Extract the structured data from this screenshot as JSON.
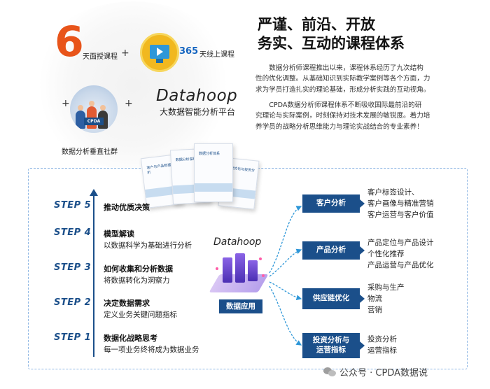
{
  "promo": {
    "days_number": "6",
    "days_text": "天面授课程",
    "plus": "+",
    "online_number": "365",
    "online_text": "天线上课程",
    "community_label": "数据分析垂直社群",
    "datahoop_logo": "Datahoop",
    "datahoop_sub": "大数据智能分析平台",
    "community_badge": "CPDA"
  },
  "intro": {
    "headline_line1": "严谨、前沿、开放",
    "headline_line2": "务实、互动的课程体系",
    "paragraph1_lines": [
      "数据分析师课程推出以来，课程体系经历了九次结构",
      "性的优化调整。从基础知识到实际教学案例等各个方面，力",
      "求为学员打造扎实的理论基础，形成分析实践的互动视角。"
    ],
    "paragraph2_lines": [
      "CPDA数据分析师课程体系不断吸收国际最前沿的研",
      "究理论与实际案例，时刻保持对技术发展的敏锐度。着力培",
      "养学员的战略分析思维能力与理论实战结合的专业素养！"
    ]
  },
  "books": [
    "客户与产品数据分析",
    "数据分析基础",
    "数据分析体系",
    "运营优化与投资分析"
  ],
  "steps": [
    {
      "label": "STEP 5",
      "title": "推动优质决策",
      "desc": ""
    },
    {
      "label": "STEP 4",
      "title": "模型解读",
      "desc": "以数据科学为基础进行分析"
    },
    {
      "label": "STEP 3",
      "title": "如何收集和分析数据",
      "desc": "将数据转化为洞察力"
    },
    {
      "label": "STEP 2",
      "title": "决定数据需求",
      "desc": "定义业务关键问题指标"
    },
    {
      "label": "STEP 1",
      "title": "数据化战略思考",
      "desc": "每一项业务终将成为数据业务"
    }
  ],
  "center": {
    "logo": "Datahoop",
    "app_label": "数据应用"
  },
  "modules": [
    {
      "name": "客户分析",
      "features": [
        "客户标签设计、",
        "客户画像与精准营销",
        "客户运营与客户价值"
      ]
    },
    {
      "name": "产品分析",
      "features": [
        "产品定位与产品设计",
        "个性化推荐",
        "产品运营与产品优化"
      ]
    },
    {
      "name": "供应链优化",
      "features": [
        "采购与生产",
        "物流",
        "营销"
      ]
    },
    {
      "name_lines": [
        "投资分析与",
        "运营指标"
      ],
      "features": [
        "投资分析",
        "运营指标"
      ]
    }
  ],
  "watermark": "公众号 · CPDA数据说",
  "colors": {
    "accent_orange": "#e8541a",
    "navy": "#1b4f8a",
    "light_blue": "#2e97d8",
    "gold": "#f1b81f"
  }
}
